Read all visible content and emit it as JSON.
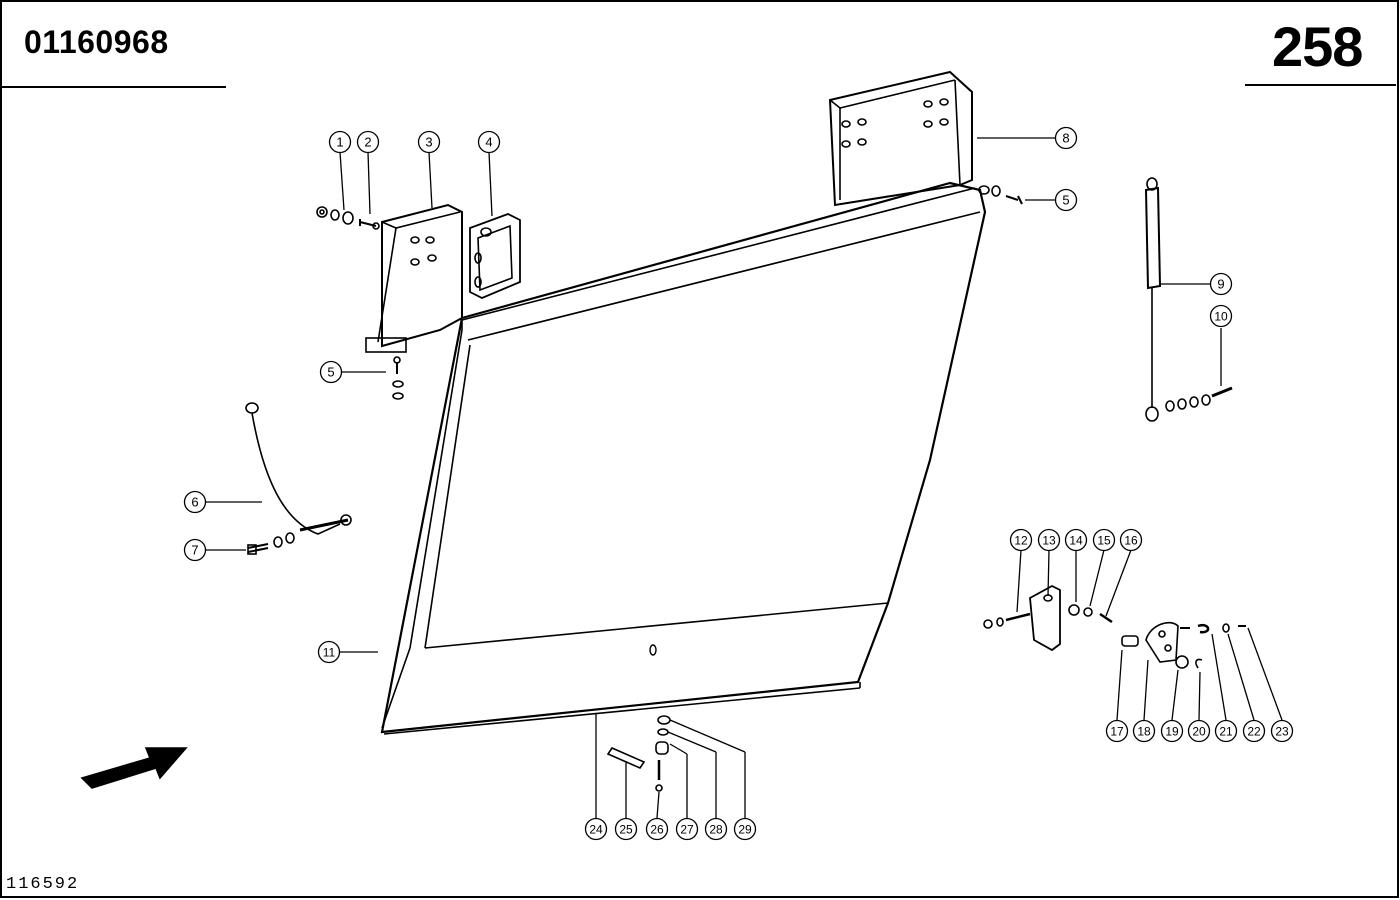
{
  "header": {
    "document_number": "01160968",
    "page_number": "258"
  },
  "footer": {
    "drawing_id": "116592"
  },
  "callouts": [
    "1",
    "2",
    "3",
    "4",
    "5",
    "5",
    "5",
    "6",
    "7",
    "8",
    "9",
    "10",
    "11",
    "12",
    "13",
    "14",
    "15",
    "16",
    "17",
    "18",
    "19",
    "20",
    "21",
    "22",
    "23",
    "24",
    "25",
    "26",
    "27",
    "28",
    "29"
  ]
}
